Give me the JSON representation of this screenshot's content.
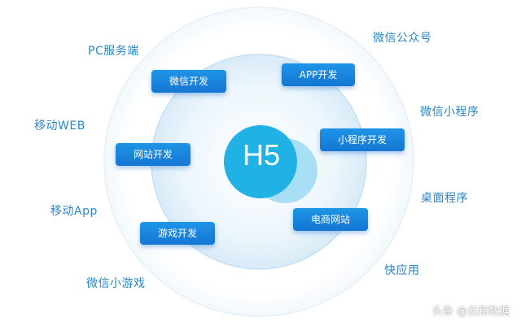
{
  "center": {
    "label": "H5"
  },
  "inner_items": [
    {
      "label": "微信开发"
    },
    {
      "label": "APP开发"
    },
    {
      "label": "网站开发"
    },
    {
      "label": "小程序开发"
    },
    {
      "label": "游戏开发"
    },
    {
      "label": "电商网站"
    }
  ],
  "outer_items": [
    {
      "label": "PC服务端"
    },
    {
      "label": "微信公众号"
    },
    {
      "label": "移动WEB"
    },
    {
      "label": "微信小程序"
    },
    {
      "label": "移动App"
    },
    {
      "label": "桌面程序"
    },
    {
      "label": "微信小游戏"
    },
    {
      "label": "快应用"
    }
  ],
  "watermark": {
    "text": "头条 @云和数据"
  },
  "colors": {
    "accent": "#1a84d8",
    "outer_text": "#2b86c5",
    "center_fill": "#21b4e6",
    "ring_fill": "#e8f4fb"
  }
}
